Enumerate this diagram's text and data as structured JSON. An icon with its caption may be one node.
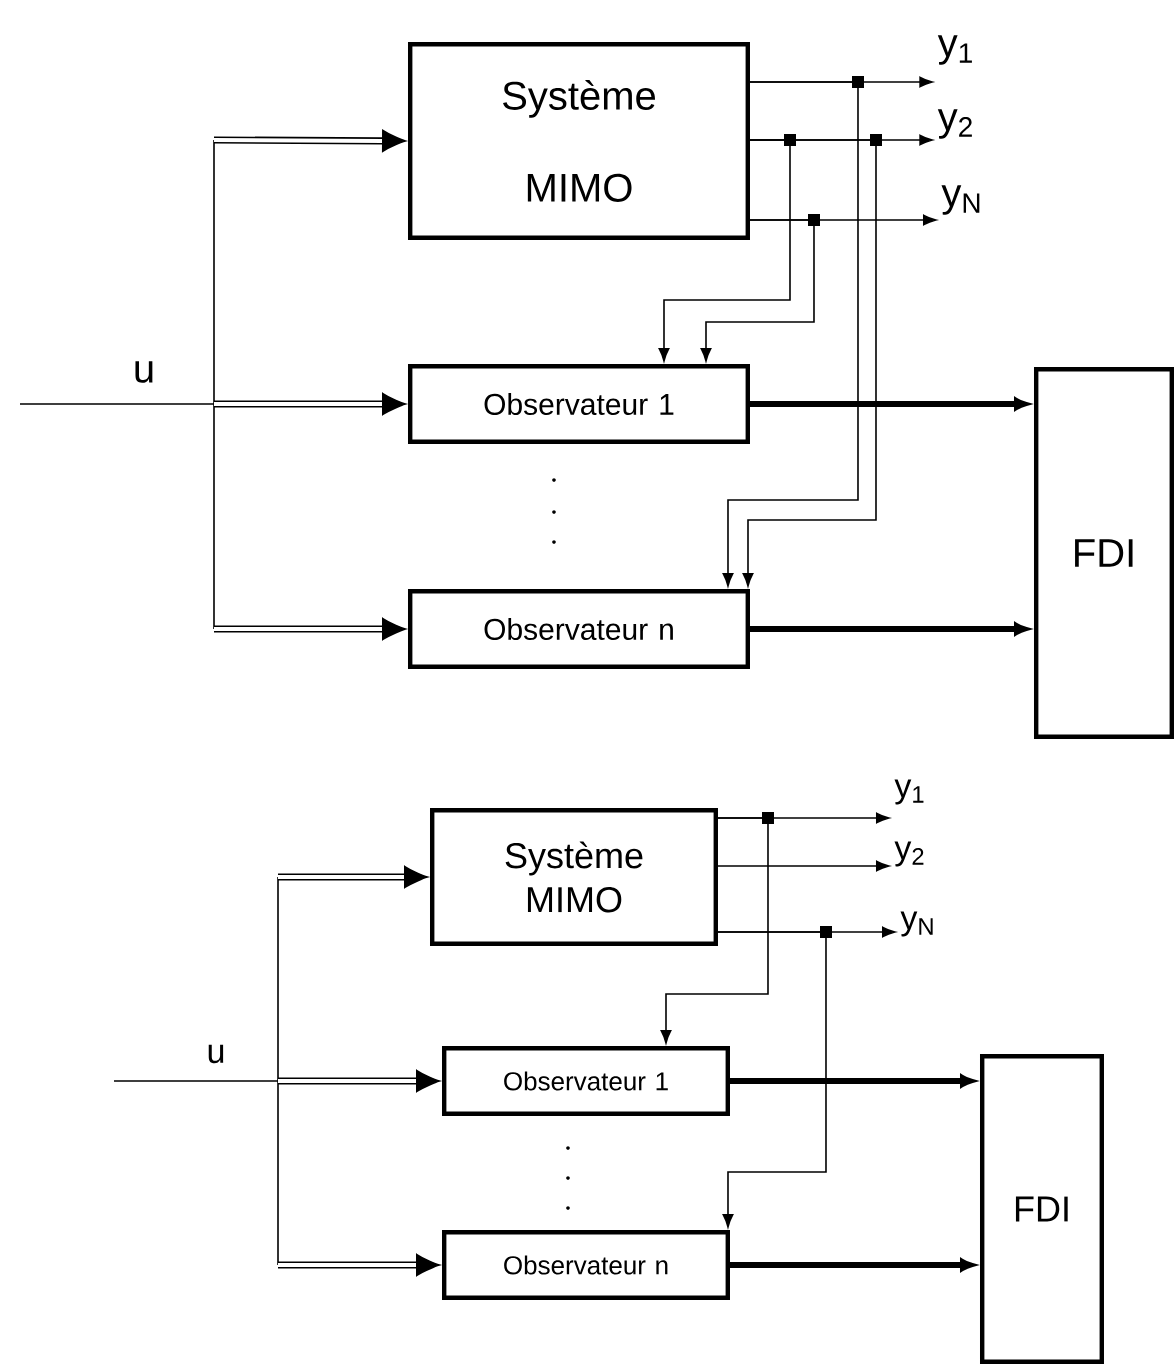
{
  "diagram": {
    "nodes": [
      {
        "text": [
          "Système MIMO"
        ]
      },
      {
        "text": [
          "Observateur 1"
        ]
      },
      {
        "text": [
          "Observateur n"
        ]
      },
      {
        "text": [
          "FDI"
        ]
      },
      {
        "text": [
          "y$_{1}$"
        ]
      },
      {
        "text": [
          "y$_{2}$"
        ]
      },
      {
        "text": [
          "y$_{N}$"
        ]
      },
      {
        "text": [
          "Système MIMO"
        ]
      },
      {
        "text": [
          "Observateur 1"
        ]
      },
      {
        "text": [
          "Observateur n"
        ]
      },
      {
        "text": [
          "FDI"
        ]
      },
      {
        "text": [
          "y$_{1}$"
        ]
      },
      {
        "text": [
          "y$_{2}$"
        ]
      },
      {
        "text": [
          "y$_{N}$"
        ]
      }
    ],
    "edges": [
      {
        "from": null,
        "to": 0,
        "arrow": "to"
      },
      {
        "from": null,
        "to": 1,
        "arrow": "to"
      },
      {
        "from": null,
        "to": 2,
        "arrow": "to"
      },
      {
        "from": 0,
        "to": 4,
        "arrow": "to"
      },
      {
        "from": 0,
        "to": 5,
        "arrow": "to"
      },
      {
        "from": 0,
        "to": 6,
        "arrow": "to"
      },
      {
        "from": 0,
        "to": 1,
        "arrow": "to"
      },
      {
        "from": 0,
        "to": 1,
        "arrow": "to"
      },
      {
        "from": 0,
        "to": 2,
        "arrow": "to"
      },
      {
        "from": 0,
        "to": 2,
        "arrow": "to"
      },
      {
        "from": 1,
        "to": 3,
        "arrow": "to",
        "style": "thick"
      },
      {
        "from": 2,
        "to": 3,
        "arrow": "to",
        "style": "thick"
      },
      {
        "from": null,
        "to": 7,
        "arrow": "to"
      },
      {
        "from": null,
        "to": 8,
        "arrow": "to"
      },
      {
        "from": null,
        "to": 9,
        "arrow": "to"
      },
      {
        "from": 7,
        "to": 11,
        "arrow": "to"
      },
      {
        "from": 7,
        "to": 12,
        "arrow": "to"
      },
      {
        "from": 7,
        "to": 13,
        "arrow": "to"
      },
      {
        "from": 7,
        "to": 8,
        "arrow": "to"
      },
      {
        "from": 7,
        "to": 9,
        "arrow": "to"
      },
      {
        "from": 8,
        "to": 10,
        "arrow": "to",
        "style": "thick"
      },
      {
        "from": 9,
        "to": 10,
        "arrow": "to",
        "style": "thick"
      }
    ],
    "labels": [
      "u",
      "u"
    ]
  }
}
